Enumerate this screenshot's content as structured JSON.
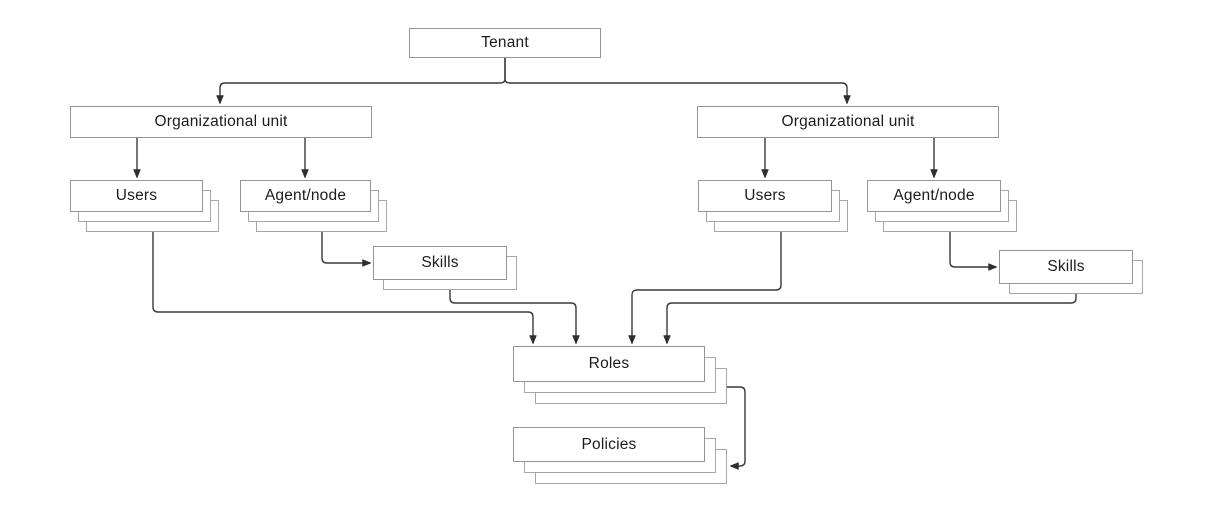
{
  "diagram": {
    "title": "Tenant hierarchy diagram",
    "colors": {
      "background": "#ffffff",
      "box_border": "#949494",
      "stack_copy_border": "#a6a6a6",
      "connector": "#3a3a3a",
      "text": "#1c1c1c"
    },
    "nodes": {
      "tenant": {
        "label": "Tenant",
        "stacked": false
      },
      "ou_left": {
        "label": "Organizational unit",
        "stacked": false
      },
      "ou_right": {
        "label": "Organizational unit",
        "stacked": false
      },
      "users_left": {
        "label": "Users",
        "stacked": true,
        "copies": 2
      },
      "agent_left": {
        "label": "Agent/node",
        "stacked": true,
        "copies": 2
      },
      "skills_left": {
        "label": "Skills",
        "stacked": true,
        "copies": 1
      },
      "users_right": {
        "label": "Users",
        "stacked": true,
        "copies": 2
      },
      "agent_right": {
        "label": "Agent/node",
        "stacked": true,
        "copies": 2
      },
      "skills_right": {
        "label": "Skills",
        "stacked": true,
        "copies": 1
      },
      "roles": {
        "label": "Roles",
        "stacked": true,
        "copies": 2
      },
      "policies": {
        "label": "Policies",
        "stacked": true,
        "copies": 2
      }
    },
    "edges": [
      {
        "from": "tenant",
        "to": "ou_left"
      },
      {
        "from": "tenant",
        "to": "ou_right"
      },
      {
        "from": "ou_left",
        "to": "users_left"
      },
      {
        "from": "ou_left",
        "to": "agent_left"
      },
      {
        "from": "ou_right",
        "to": "users_right"
      },
      {
        "from": "ou_right",
        "to": "agent_right"
      },
      {
        "from": "agent_left",
        "to": "skills_left"
      },
      {
        "from": "agent_right",
        "to": "skills_right"
      },
      {
        "from": "users_left",
        "to": "roles"
      },
      {
        "from": "skills_left",
        "to": "roles"
      },
      {
        "from": "users_right",
        "to": "roles"
      },
      {
        "from": "skills_right",
        "to": "roles"
      },
      {
        "from": "roles",
        "to": "policies"
      }
    ]
  }
}
